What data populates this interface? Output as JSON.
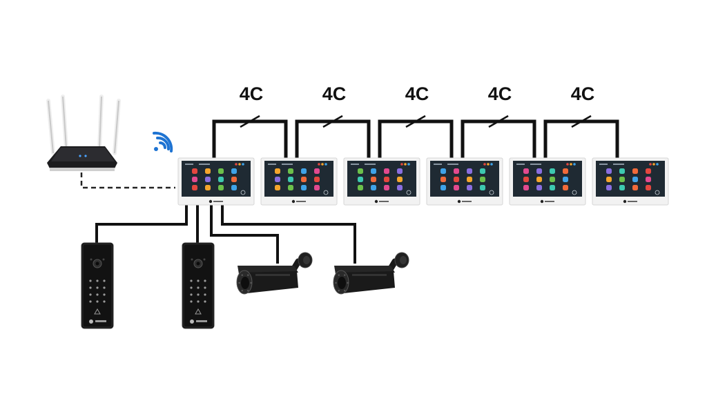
{
  "diagram": {
    "link_labels": [
      "4C",
      "4C",
      "4C",
      "4C",
      "4C"
    ],
    "monitor_count": 6,
    "door_station_count": 2,
    "camera_count": 2,
    "colors": {
      "wire": "#111111",
      "screen": "#1f2a33",
      "bezel": "#f2f2f2",
      "wifi": "#1e73d2",
      "router": "#1c1c1e",
      "panel": "#121212",
      "camera": "#1a1a1a"
    },
    "icon_colors": [
      "#e4473f",
      "#f4a52c",
      "#6cc04a",
      "#3fa3e8",
      "#e24a8f",
      "#8a6ee0",
      "#3dc9b0",
      "#f06a3a"
    ],
    "icons": {
      "router": "router-icon",
      "wifi": "wifi-icon",
      "monitor": "monitor-icon",
      "door_station": "door-station-icon",
      "camera": "cctv-camera-icon"
    }
  }
}
